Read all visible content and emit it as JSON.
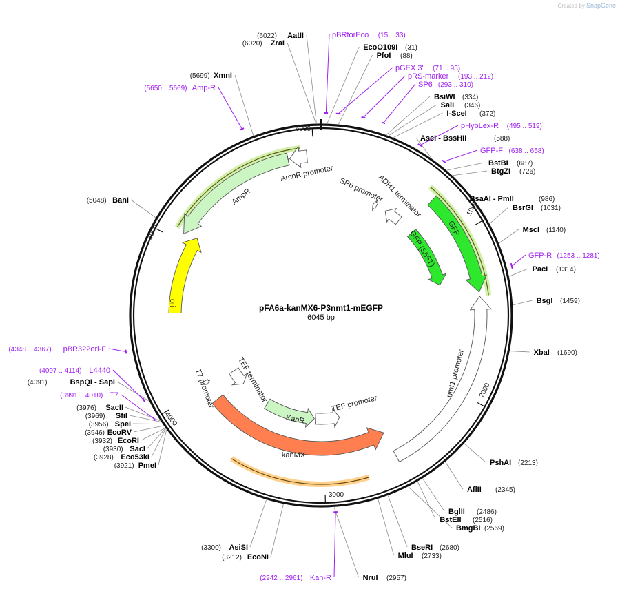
{
  "credit": {
    "prefix": "Created by",
    "brand": "SnapGene"
  },
  "plasmid": {
    "name": "pFA6a-kanMX6-P3nmt1-mEGFP",
    "length_label": "6045 bp",
    "length": 6045
  },
  "ticks": [
    "1000",
    "2000",
    "3000",
    "4000",
    "5000",
    "6000"
  ],
  "enzymes": [
    {
      "name": "AatII",
      "pos": "(6022)"
    },
    {
      "name": "ZraI",
      "pos": "(6020)"
    },
    {
      "name": "EcoO109I",
      "pos": "(31)"
    },
    {
      "name": "PfoI",
      "pos": "(88)"
    },
    {
      "name": "BsiWI",
      "pos": "(334)"
    },
    {
      "name": "SalI",
      "pos": "(346)"
    },
    {
      "name": "I-SceI",
      "pos": "(372)"
    },
    {
      "name": "AscI",
      "sep": "-",
      "name2": "BssHII",
      "pos": "(588)"
    },
    {
      "name": "BstBI",
      "pos": "(687)"
    },
    {
      "name": "BtgZI",
      "pos": "(726)"
    },
    {
      "name": "BsaAI",
      "sep": "-",
      "name2": "PmlI",
      "pos": "(986)"
    },
    {
      "name": "BsrGI",
      "pos": "(1031)"
    },
    {
      "name": "MscI",
      "pos": "(1140)"
    },
    {
      "name": "PacI",
      "pos": "(1314)"
    },
    {
      "name": "BsgI",
      "pos": "(1459)"
    },
    {
      "name": "XbaI",
      "pos": "(1690)"
    },
    {
      "name": "PshAI",
      "pos": "(2213)"
    },
    {
      "name": "AflII",
      "pos": "(2345)"
    },
    {
      "name": "BglII",
      "pos": "(2486)"
    },
    {
      "name": "BstEII",
      "pos": "(2516)"
    },
    {
      "name": "BmgBI",
      "pos": "(2569)"
    },
    {
      "name": "BseRI",
      "pos": "(2680)"
    },
    {
      "name": "MluI",
      "pos": "(2733)"
    },
    {
      "name": "NruI",
      "pos": "(2957)"
    },
    {
      "name": "EcoNI",
      "pos": "(3212)"
    },
    {
      "name": "AsiSI",
      "pos": "(3300)"
    },
    {
      "name": "PmeI",
      "pos": "(3921)"
    },
    {
      "name": "Eco53kI",
      "pos": "(3928)"
    },
    {
      "name": "SacI",
      "pos": "(3930)"
    },
    {
      "name": "EcoRI",
      "pos": "(3932)"
    },
    {
      "name": "EcoRV",
      "pos": "(3946)"
    },
    {
      "name": "SpeI",
      "pos": "(3956)"
    },
    {
      "name": "SfiI",
      "pos": "(3969)"
    },
    {
      "name": "SacII",
      "pos": "(3976)"
    },
    {
      "name": "BspQI",
      "sep": "-",
      "name2": "SapI",
      "pos": "(4091)"
    },
    {
      "name": "BanI",
      "pos": "(5048)"
    },
    {
      "name": "XmnI",
      "pos": "(5699)"
    }
  ],
  "primers": [
    {
      "name": "pBRforEco",
      "pos": "(15 .. 33)"
    },
    {
      "name": "pGEX 3'",
      "pos": "(71 .. 93)"
    },
    {
      "name": "pRS-marker",
      "pos": "(193 .. 212)"
    },
    {
      "name": "SP6",
      "pos": "(293 .. 310)"
    },
    {
      "name": "pHybLex-R",
      "pos": "(495 .. 519)"
    },
    {
      "name": "GFP-F",
      "pos": "(638 .. 658)"
    },
    {
      "name": "GFP-R",
      "pos": "(1253 .. 1281)"
    },
    {
      "name": "Kan-R",
      "pos": "(2942 .. 2961)"
    },
    {
      "name": "T7",
      "pos": "(3991 .. 4010)"
    },
    {
      "name": "L4440",
      "pos": "(4097 .. 4114)"
    },
    {
      "name": "pBR322ori-F",
      "pos": "(4348 .. 4367)"
    },
    {
      "name": "Amp-R",
      "pos": "(5650 .. 5669)"
    }
  ],
  "features": [
    {
      "name": "GFP",
      "color": "#2ee82e"
    },
    {
      "name": "GFP (S65T)",
      "color": "#2ee82e"
    },
    {
      "name": "ADH1 terminator",
      "color": "#ffffff"
    },
    {
      "name": "SP6 promoter",
      "color": "#ffffff"
    },
    {
      "name": "AmpR promoter",
      "color": "#ffffff"
    },
    {
      "name": "AmpR",
      "color": "#ccf5c4"
    },
    {
      "name": "ori",
      "color": "#ffff00"
    },
    {
      "name": "T7 promoter",
      "color": "#ffffff"
    },
    {
      "name": "TEF terminator",
      "color": "#ffffff"
    },
    {
      "name": "KanR",
      "color": "#ccf5c4"
    },
    {
      "name": "TEF promoter",
      "color": "#ffffff"
    },
    {
      "name": "kanMX",
      "color": "#ff7f50"
    },
    {
      "name": "nmt1 promoter",
      "color": "#ffffff"
    }
  ],
  "colors": {
    "primer": "#a020f0",
    "backbone": "#111111",
    "highlight_green": "#d2f0a8",
    "highlight_orange": "#ffd08a"
  }
}
